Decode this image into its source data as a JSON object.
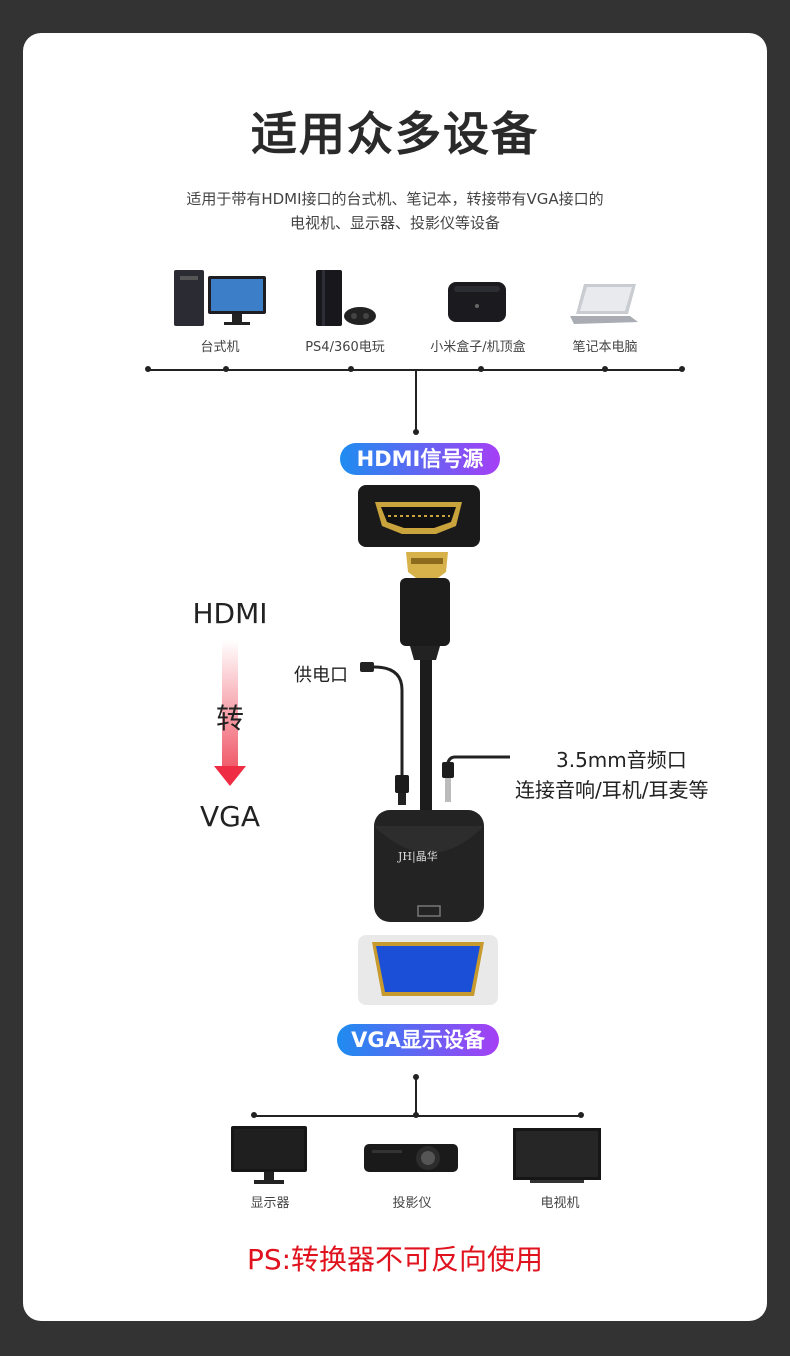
{
  "title": "适用众多设备",
  "description": {
    "line1": "适用于带有HDMI接口的台式机、笔记本，转接带有VGA接口的",
    "line2": "电视机、显示器、投影仪等设备"
  },
  "sources": [
    {
      "label": "台式机",
      "icon": "desktop-pc-icon"
    },
    {
      "label": "PS4/360电玩",
      "icon": "game-console-icon"
    },
    {
      "label": "小米盒子/机顶盒",
      "icon": "tv-box-icon"
    },
    {
      "label": "笔记本电脑",
      "icon": "laptop-icon"
    }
  ],
  "hdmi_pill": "HDMI信号源",
  "vga_pill": "VGA显示设备",
  "conversion": {
    "from": "HDMI",
    "middle": "转",
    "to": "VGA"
  },
  "power_label": "供电口",
  "audio": {
    "line1": "3.5mm音频口",
    "line2": "连接音响/耳机/耳麦等"
  },
  "adapter_logo": "JH|晶华",
  "displays": [
    {
      "label": "显示器",
      "icon": "monitor-icon"
    },
    {
      "label": "投影仪",
      "icon": "projector-icon"
    },
    {
      "label": "电视机",
      "icon": "television-icon"
    }
  ],
  "warning": "PS:转换器不可反向使用",
  "colors": {
    "background": "#333333",
    "card": "#ffffff",
    "warning": "#e0121e",
    "pill_start": "#1e8cf0",
    "pill_end": "#a53ff5",
    "vga_port": "#1c4fd8"
  }
}
